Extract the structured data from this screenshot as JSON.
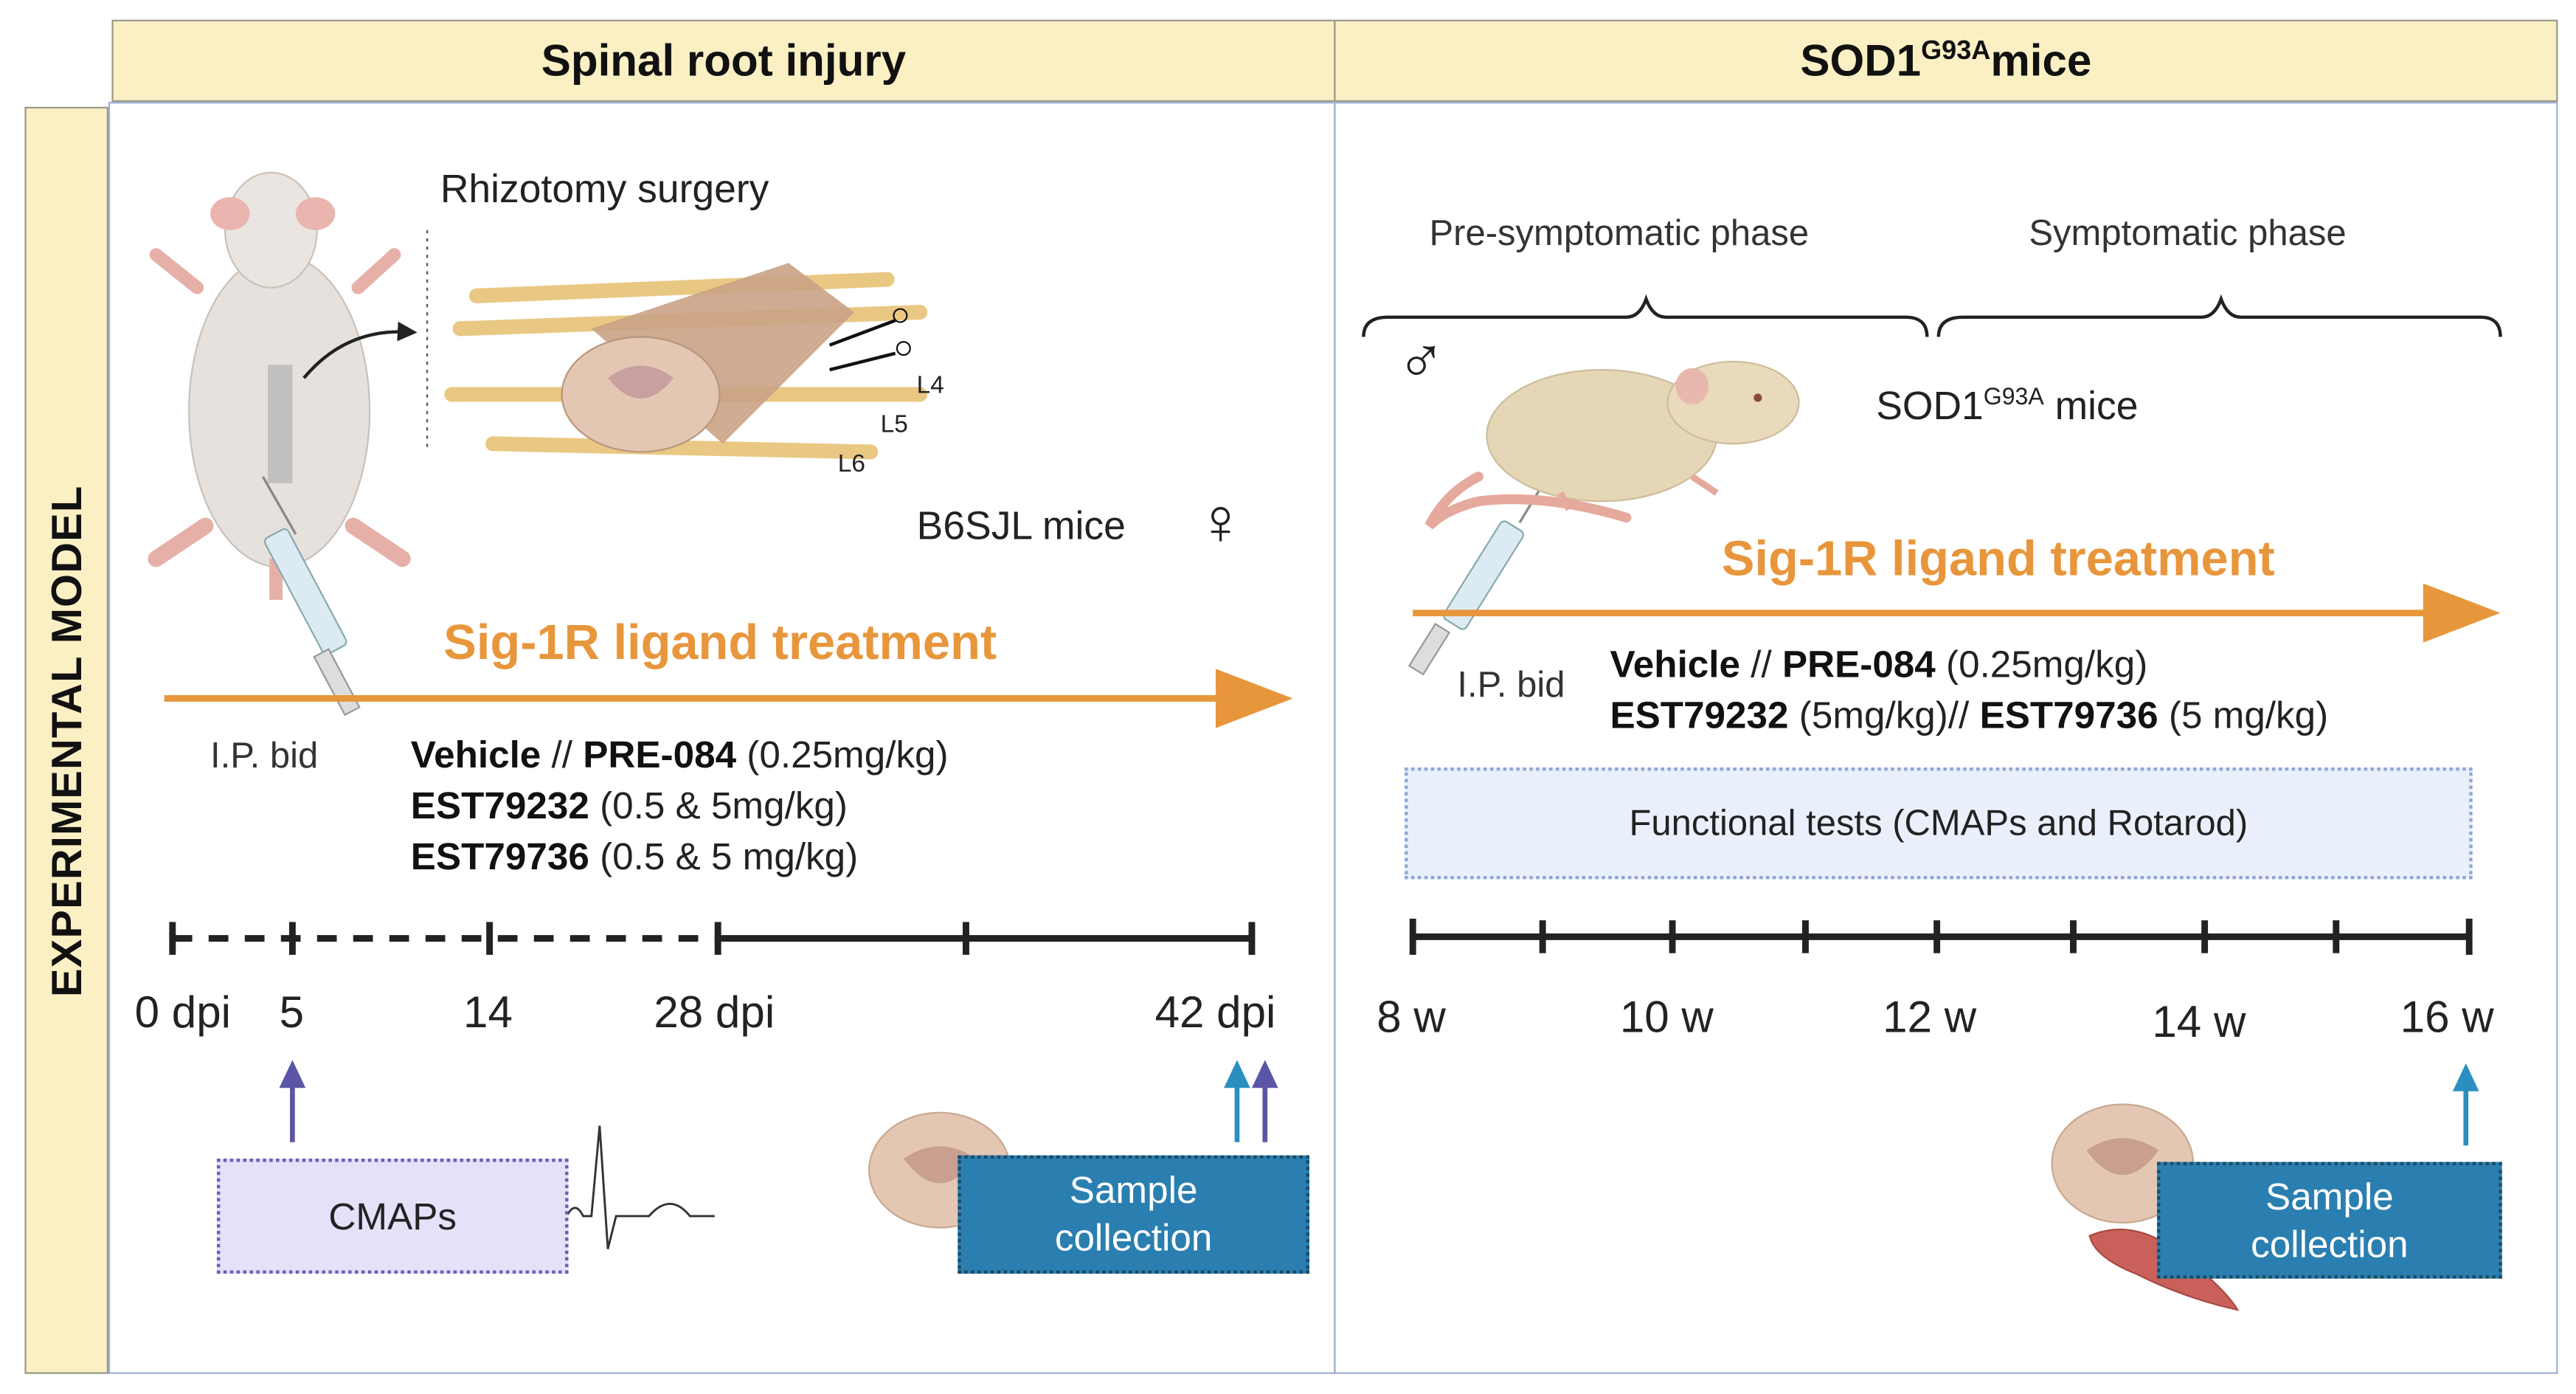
{
  "headers": {
    "left": "Spinal root injury",
    "right_main": "SOD1",
    "right_sup": "G93A",
    "right_suffix": "mice"
  },
  "side_label": "EXPERIMENTAL MODEL",
  "left_panel": {
    "surgery_label": "Rhizotomy surgery",
    "root_labels": [
      "L4",
      "L5",
      "L6"
    ],
    "mice_label": "B6SJL mice",
    "sex_symbol": "♀",
    "treatment_label": "Sig-1R ligand treatment",
    "route_label": "I.P. bid",
    "doses": [
      {
        "bold": "Vehicle",
        "sep": " // ",
        "bold2": "PRE-084",
        "rest": " (0.25mg/kg)"
      },
      {
        "bold": "EST79232",
        "rest": " (0.5 & 5mg/kg)"
      },
      {
        "bold": "EST79736",
        "rest": " (0.5 & 5 mg/kg)"
      }
    ],
    "timeline_labels": [
      "0 dpi",
      "5",
      "14",
      "28 dpi",
      "42 dpi"
    ],
    "cmaps_label": "CMAPs",
    "sample_label_1": "Sample",
    "sample_label_2": "collection"
  },
  "right_panel": {
    "phase_pre": "Pre-symptomatic phase",
    "phase_sym": "Symptomatic phase",
    "sex_symbol": "♂",
    "mice_main": "SOD1",
    "mice_sup": "G93A",
    "mice_suffix": " mice",
    "treatment_label": "Sig-1R ligand treatment",
    "route_label": "I.P. bid",
    "doses": [
      {
        "bold": "Vehicle",
        "sep": " // ",
        "bold2": "PRE-084",
        "rest": " (0.25mg/kg)"
      },
      {
        "bold": "EST79232",
        "sep": " (5mg/kg)// ",
        "bold2": "EST79736",
        "rest": " (5 mg/kg)"
      }
    ],
    "functional_label": "Functional tests (CMAPs and Rotarod)",
    "timeline_labels": [
      "8 w",
      "10 w",
      "12 w",
      "14 w",
      "16 w"
    ],
    "sample_label_1": "Sample",
    "sample_label_2": "collection"
  },
  "colors": {
    "header_bg": "#FBEFC4",
    "orange": "#E8963C",
    "sample_blue": "#2A7FB0",
    "purple_arrow": "#5B55A6",
    "teal_arrow": "#2A8FBF"
  }
}
